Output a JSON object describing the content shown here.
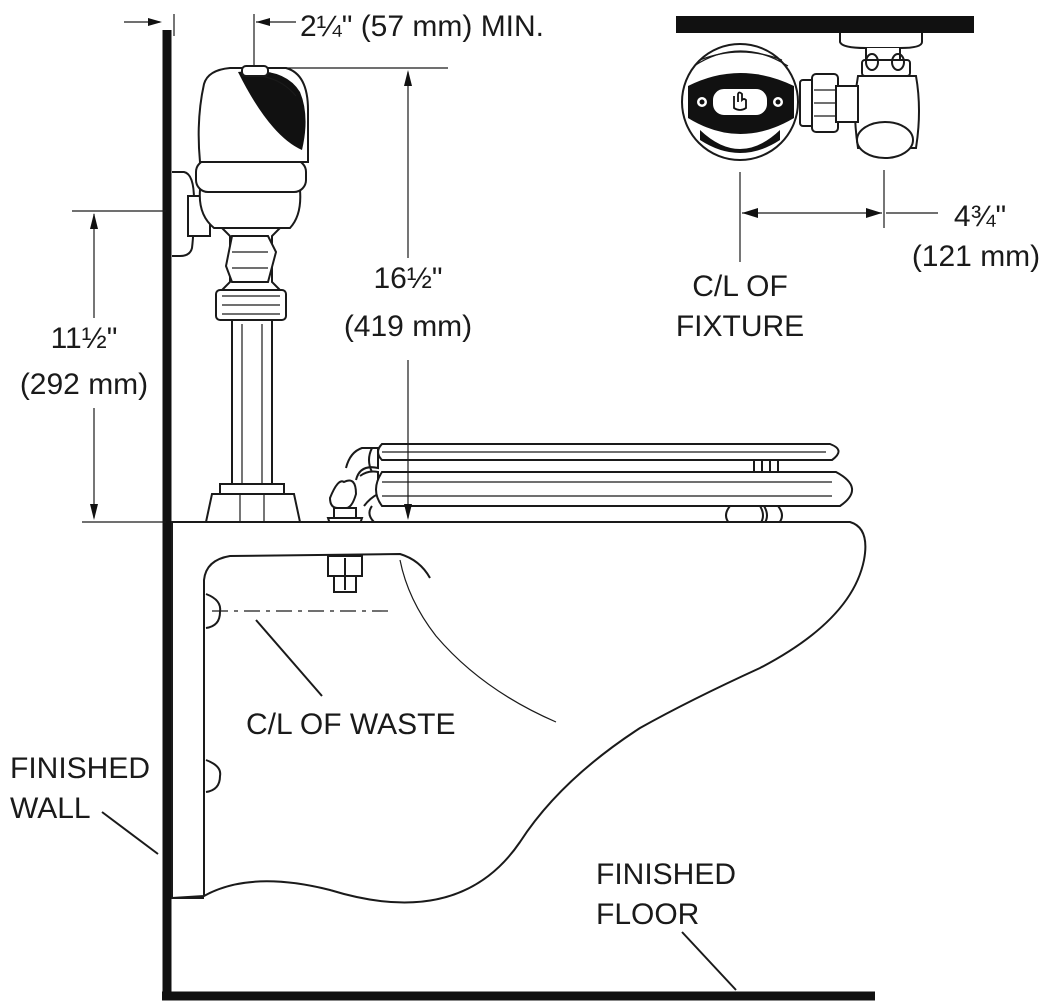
{
  "dimensions": {
    "offset_from_wall": "2¼\" (57 mm) MIN.",
    "valve_height_inch": "16½\"",
    "valve_height_mm": "(419 mm)",
    "inlet_height_inch": "11½\"",
    "inlet_height_mm": "(292 mm)",
    "fixture_offset_inch": "4¾\"",
    "fixture_offset_mm": "(121 mm)"
  },
  "labels": {
    "cl_fixture_line1": "C/L OF",
    "cl_fixture_line2": "FIXTURE",
    "cl_waste": "C/L OF WASTE",
    "finished_wall_line1": "FINISHED",
    "finished_wall_line2": "WALL",
    "finished_floor_line1": "FINISHED",
    "finished_floor_line2": "FLOOR"
  },
  "icons": {
    "sensor_button": "hand-touch-icon"
  }
}
